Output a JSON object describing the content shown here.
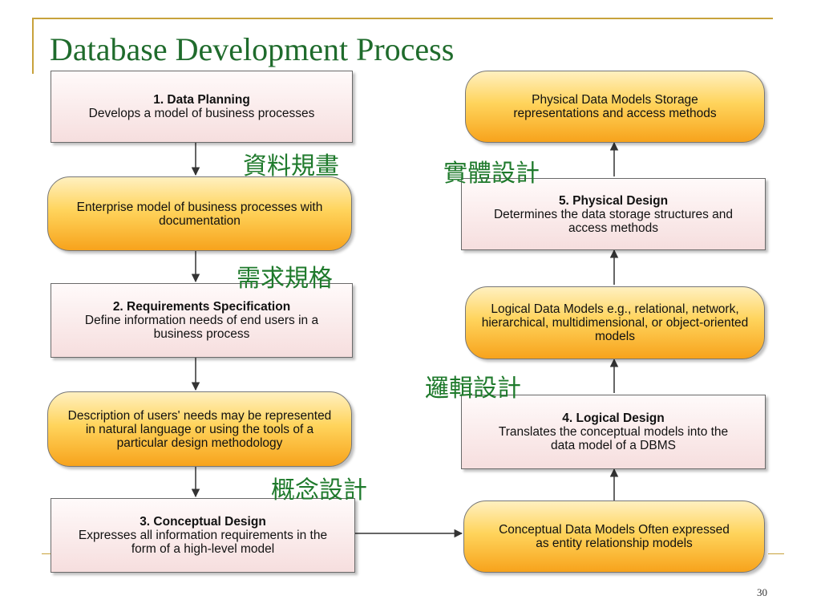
{
  "title": "Database Development Process",
  "page_number": "30",
  "left_column": {
    "step1": {
      "heading": "1. Data Planning",
      "body": "Develops a model of business processes"
    },
    "output1": "Enterprise model of business processes with documentation",
    "step2": {
      "heading": "2. Requirements Specification",
      "body": "Define information needs of end users in a business process"
    },
    "output2": "Description of users' needs may be represented in natural language or using the tools of a particular design methodology",
    "step3": {
      "heading": "3. Conceptual Design",
      "body": "Expresses all information requirements in the form of a high-level model"
    }
  },
  "right_column": {
    "output3": "Conceptual Data Models Often expressed as entity relationship models",
    "step4": {
      "heading": "4. Logical Design",
      "body": "Translates the conceptual models into the data model of a DBMS"
    },
    "output4": "Logical Data Models e.g., relational, network, hierarchical, multidimensional, or object-oriented models",
    "step5": {
      "heading": "5. Physical Design",
      "body": "Determines the data storage structures and access methods"
    },
    "output5": "Physical Data Models Storage representations and access methods"
  },
  "chinese_labels": {
    "data_planning": "資料規畫",
    "requirements": "需求規格",
    "conceptual": "概念設計",
    "logical": "邏輯設計",
    "physical": "實體設計"
  },
  "colors": {
    "title_green": "#1f6b2c",
    "label_green": "#1f7a2c",
    "accent_gold": "#c8a23c",
    "step_box_fill": "#f6dede",
    "output_box_fill": "#ffd45c"
  }
}
